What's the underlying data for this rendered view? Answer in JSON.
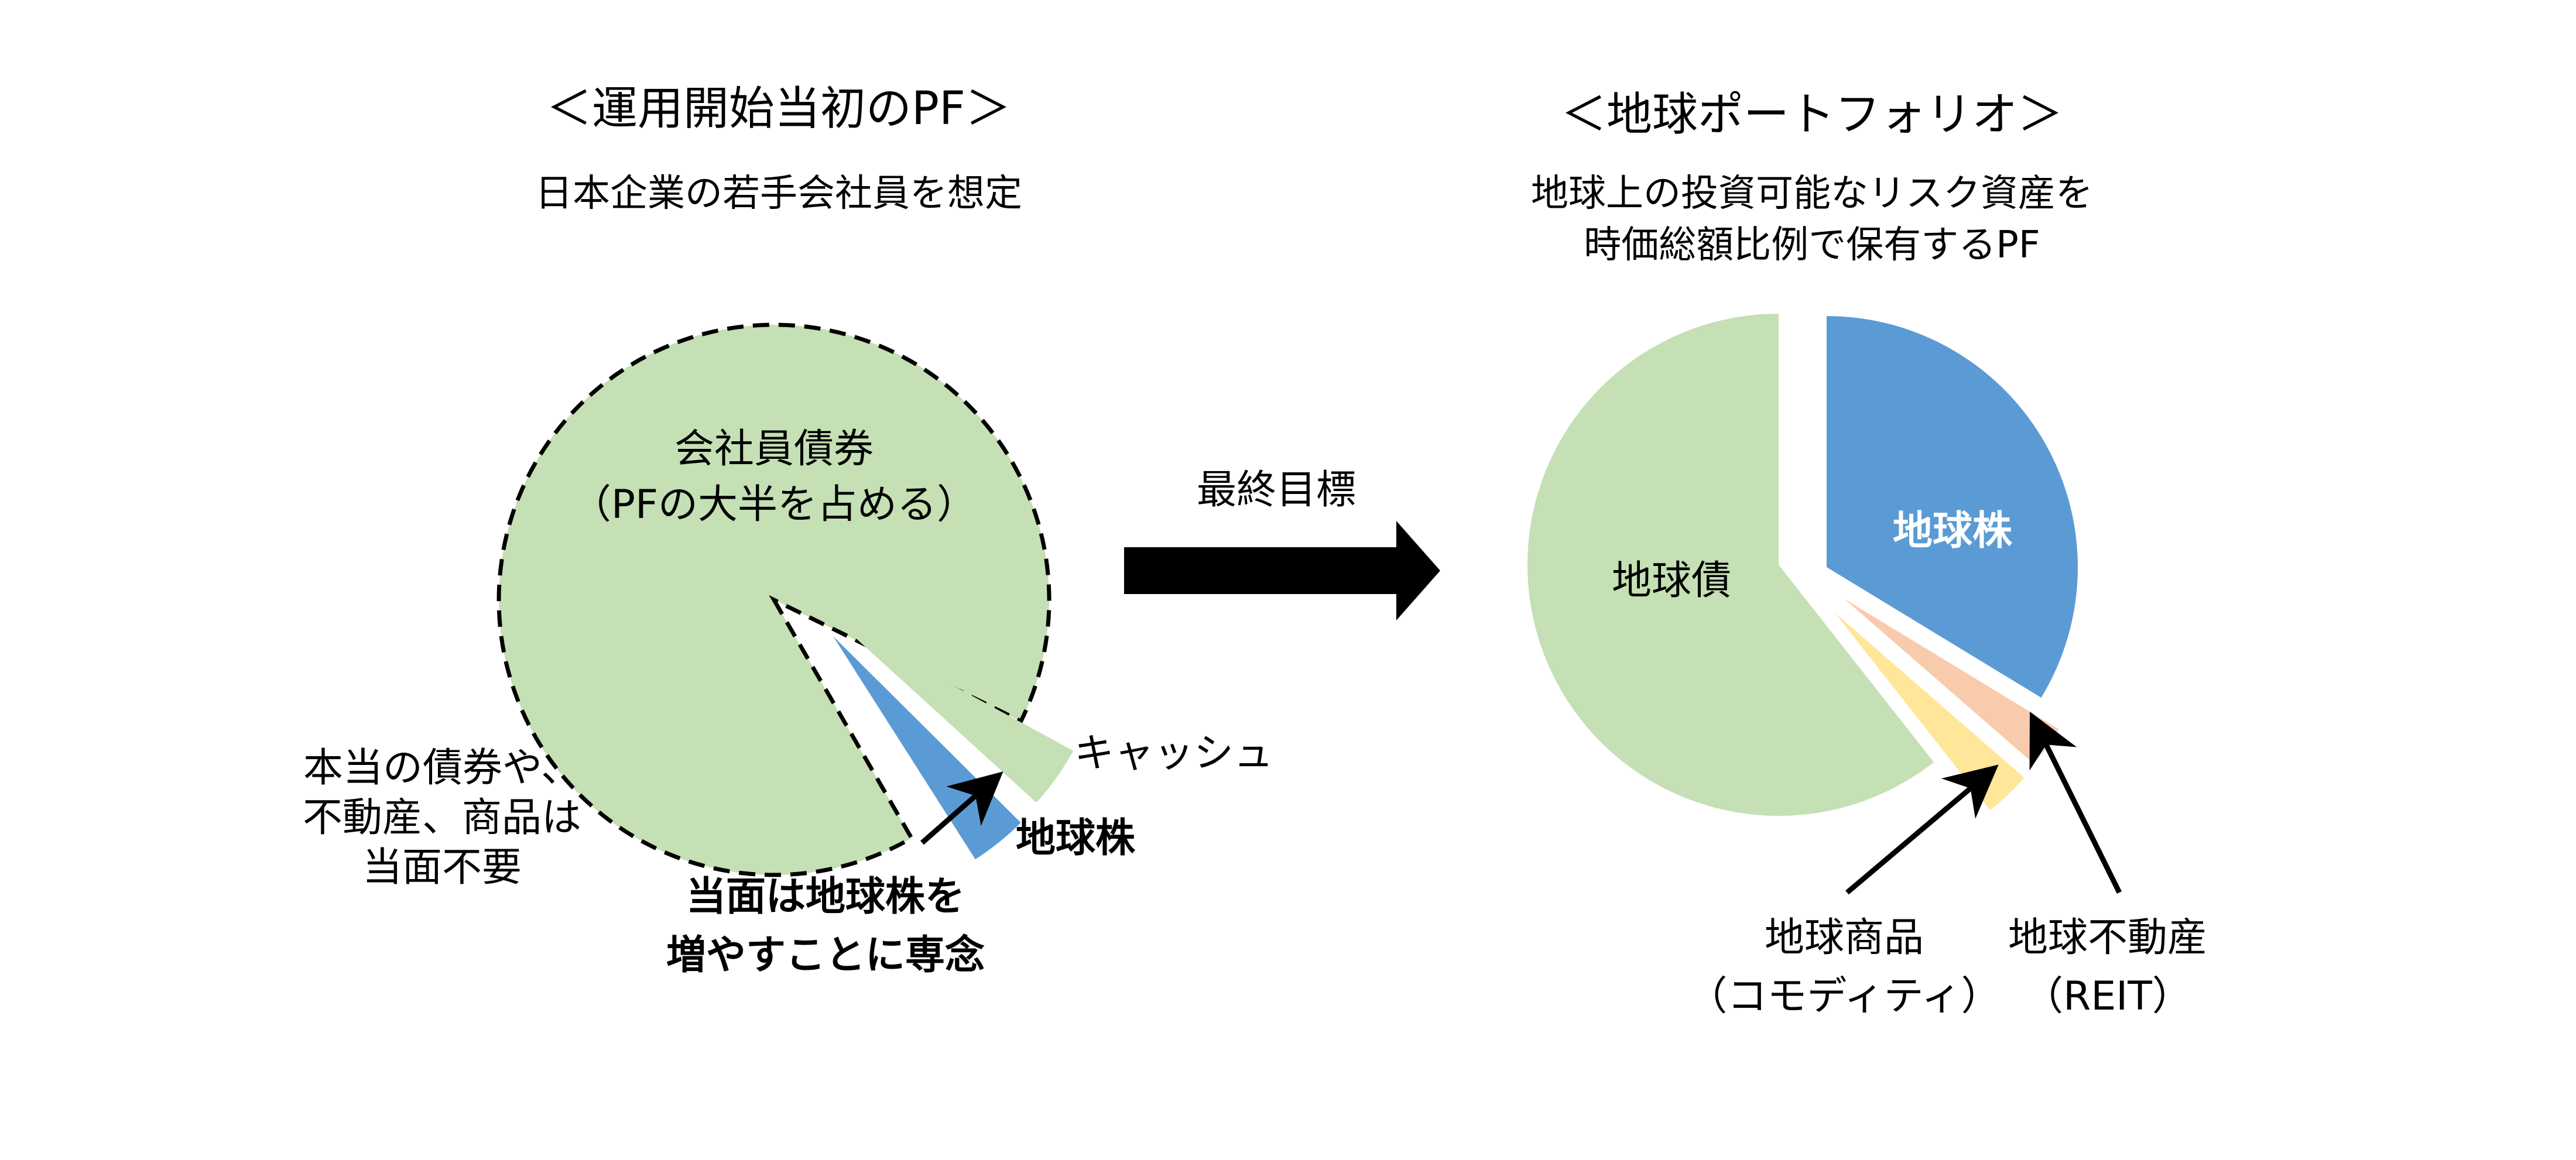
{
  "left_panel": {
    "title": "＜運用開始当初のPF＞",
    "subtitle": "日本企業の若手会社員を想定",
    "main_slice_label_line1": "会社員債券",
    "main_slice_label_line2": "（PFの大半を占める）",
    "cash_label": "キャッシュ",
    "stock_label": "地球株",
    "note_lines": [
      "本当の債券や、",
      "不動産、商品は",
      "当面不要"
    ],
    "emphasis_lines": [
      "当面は地球株を",
      "増やすことに専念"
    ]
  },
  "middle": {
    "arrow_label": "最終目標"
  },
  "right_panel": {
    "title": "＜地球ポートフォリオ＞",
    "subtitle_lines": [
      "地球上の投資可能なリスク資産を",
      "時価総額比例で保有するPF"
    ],
    "bond_label": "地球債",
    "stock_label": "地球株",
    "commodity_label_lines": [
      "地球商品",
      "（コモディティ）"
    ],
    "reit_label_lines": [
      "地球不動産",
      "（REIT）"
    ]
  },
  "colors": {
    "green": "#C5E0B4",
    "blue": "#5B9BD5",
    "yellow": "#FFE699",
    "peach": "#F8CBAD",
    "black": "#000000",
    "white": "#FFFFFF"
  },
  "chart_data": [
    {
      "type": "pie",
      "title": "＜運用開始当初のPF＞",
      "subtitle": "日本企業の若手会社員を想定",
      "start_angle_deg_note": "slices in display order",
      "slices": [
        {
          "name": "会社員債券",
          "value": 90.6,
          "color": "#C5E0B4",
          "outline": "dashed",
          "exploded": false
        },
        {
          "name": "キャッシュ",
          "value": 4.9,
          "color": "#C5E0B4",
          "outline": "none",
          "exploded": true
        },
        {
          "name": "地球株",
          "value": 4.5,
          "color": "#5B9BD5",
          "outline": "none",
          "exploded": true
        }
      ],
      "annotations": [
        "本当の債券や、不動産、商品は当面不要",
        "当面は地球株を増やすことに専念"
      ]
    },
    {
      "type": "pie",
      "title": "＜地球ポートフォリオ＞",
      "subtitle": "地球上の投資可能なリスク資産を時価総額比例で保有するPF",
      "slices": [
        {
          "name": "地球株",
          "value": 33.7,
          "color": "#5B9BD5",
          "exploded": true
        },
        {
          "name": "地球不動産（REIT）",
          "value": 2.7,
          "color": "#F8CBAD",
          "exploded": true
        },
        {
          "name": "地球商品（コモディティ）",
          "value": 3.0,
          "color": "#FFE699",
          "exploded": true
        },
        {
          "name": "地球債",
          "value": 60.6,
          "color": "#C5E0B4",
          "exploded": false
        }
      ]
    }
  ]
}
